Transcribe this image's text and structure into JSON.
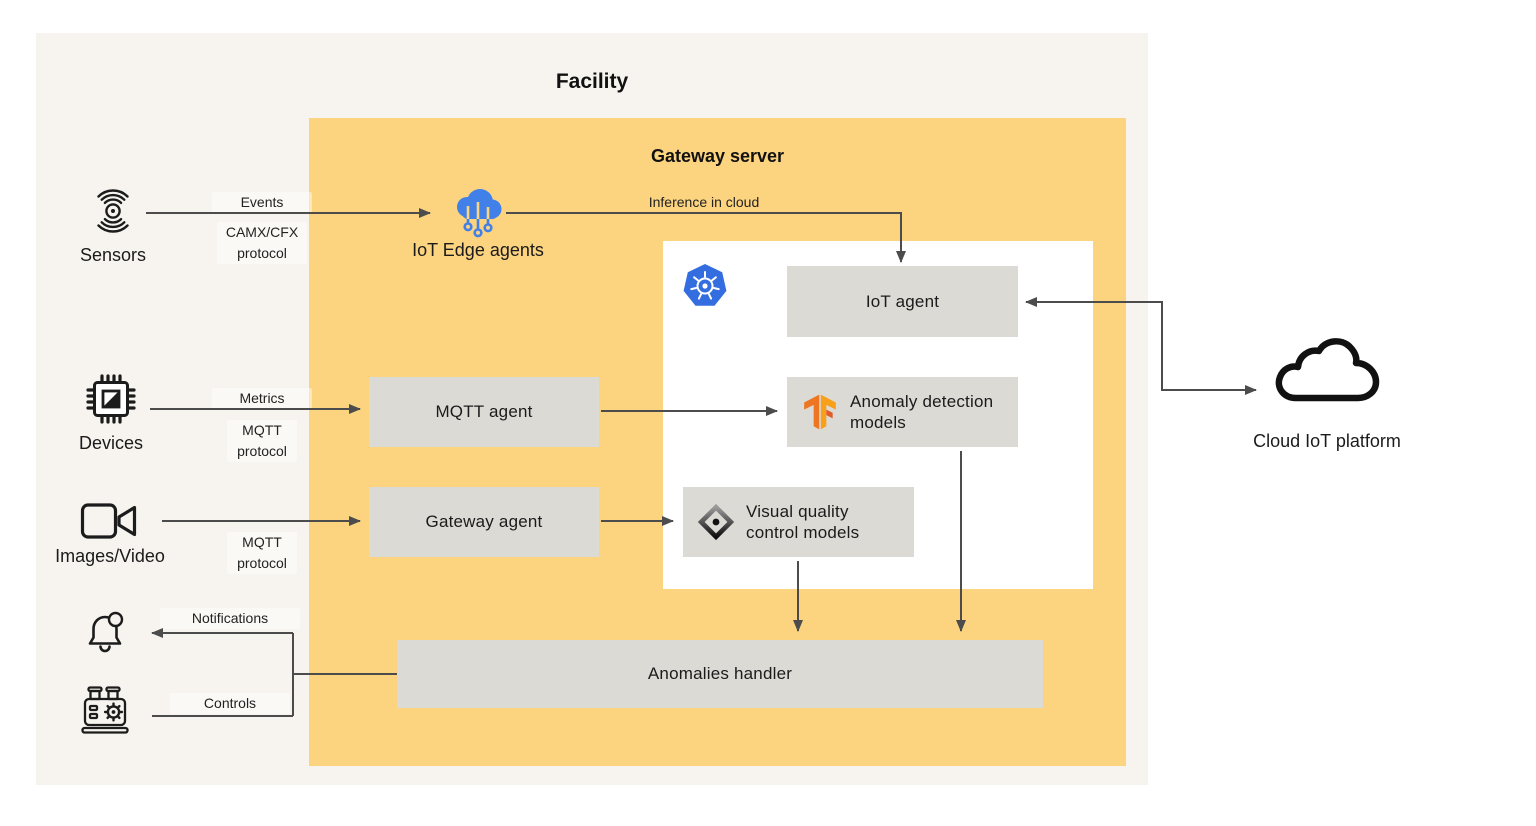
{
  "titles": {
    "facility": "Facility",
    "gateway_server": "Gateway server"
  },
  "sources": {
    "sensors": "Sensors",
    "devices": "Devices",
    "images_video": "Images/Video"
  },
  "sinks": {
    "notifications": "Notifications",
    "controls": "Controls"
  },
  "connections": {
    "events": "Events",
    "camx_protocol": "CAMX/CFX protocol",
    "metrics": "Metrics",
    "mqtt_protocol_devices": "MQTT protocol",
    "mqtt_protocol_images": "MQTT protocol",
    "inference_in_cloud": "Inference in cloud"
  },
  "nodes": {
    "iot_edge_agents": "IoT Edge agents",
    "iot_agent": "IoT agent",
    "mqtt_agent": "MQTT agent",
    "anomaly_detection_models": "Anomaly detection models",
    "gateway_agent": "Gateway agent",
    "visual_quality_models": "Visual quality control models",
    "anomalies_handler": "Anomalies handler",
    "cloud_iot_platform": "Cloud IoT platform"
  },
  "icons": {
    "sensors": "sensor-waves-icon",
    "devices": "chip-icon",
    "images_video": "video-camera-icon",
    "notifications": "bell-icon",
    "controls": "machine-gear-icon",
    "iot_edge_agents": "cloud-circuit-icon",
    "kubernetes": "kubernetes-icon",
    "tensorflow": "tensorflow-icon",
    "visual_quality": "diamond-eye-icon",
    "cloud_platform": "cloud-outline-icon"
  },
  "colors": {
    "facility_bg": "#f7f4ef",
    "gateway_bg": "#fcd37e",
    "node_bg": "#dcdad5",
    "inner_panel_bg": "#ffffff",
    "connector_line": "#4c4c4c",
    "text": "#151515",
    "kubernetes_blue": "#336de0",
    "edge_cloud_blue": "#4080e8",
    "tensorflow_orange": "#ee7623"
  }
}
